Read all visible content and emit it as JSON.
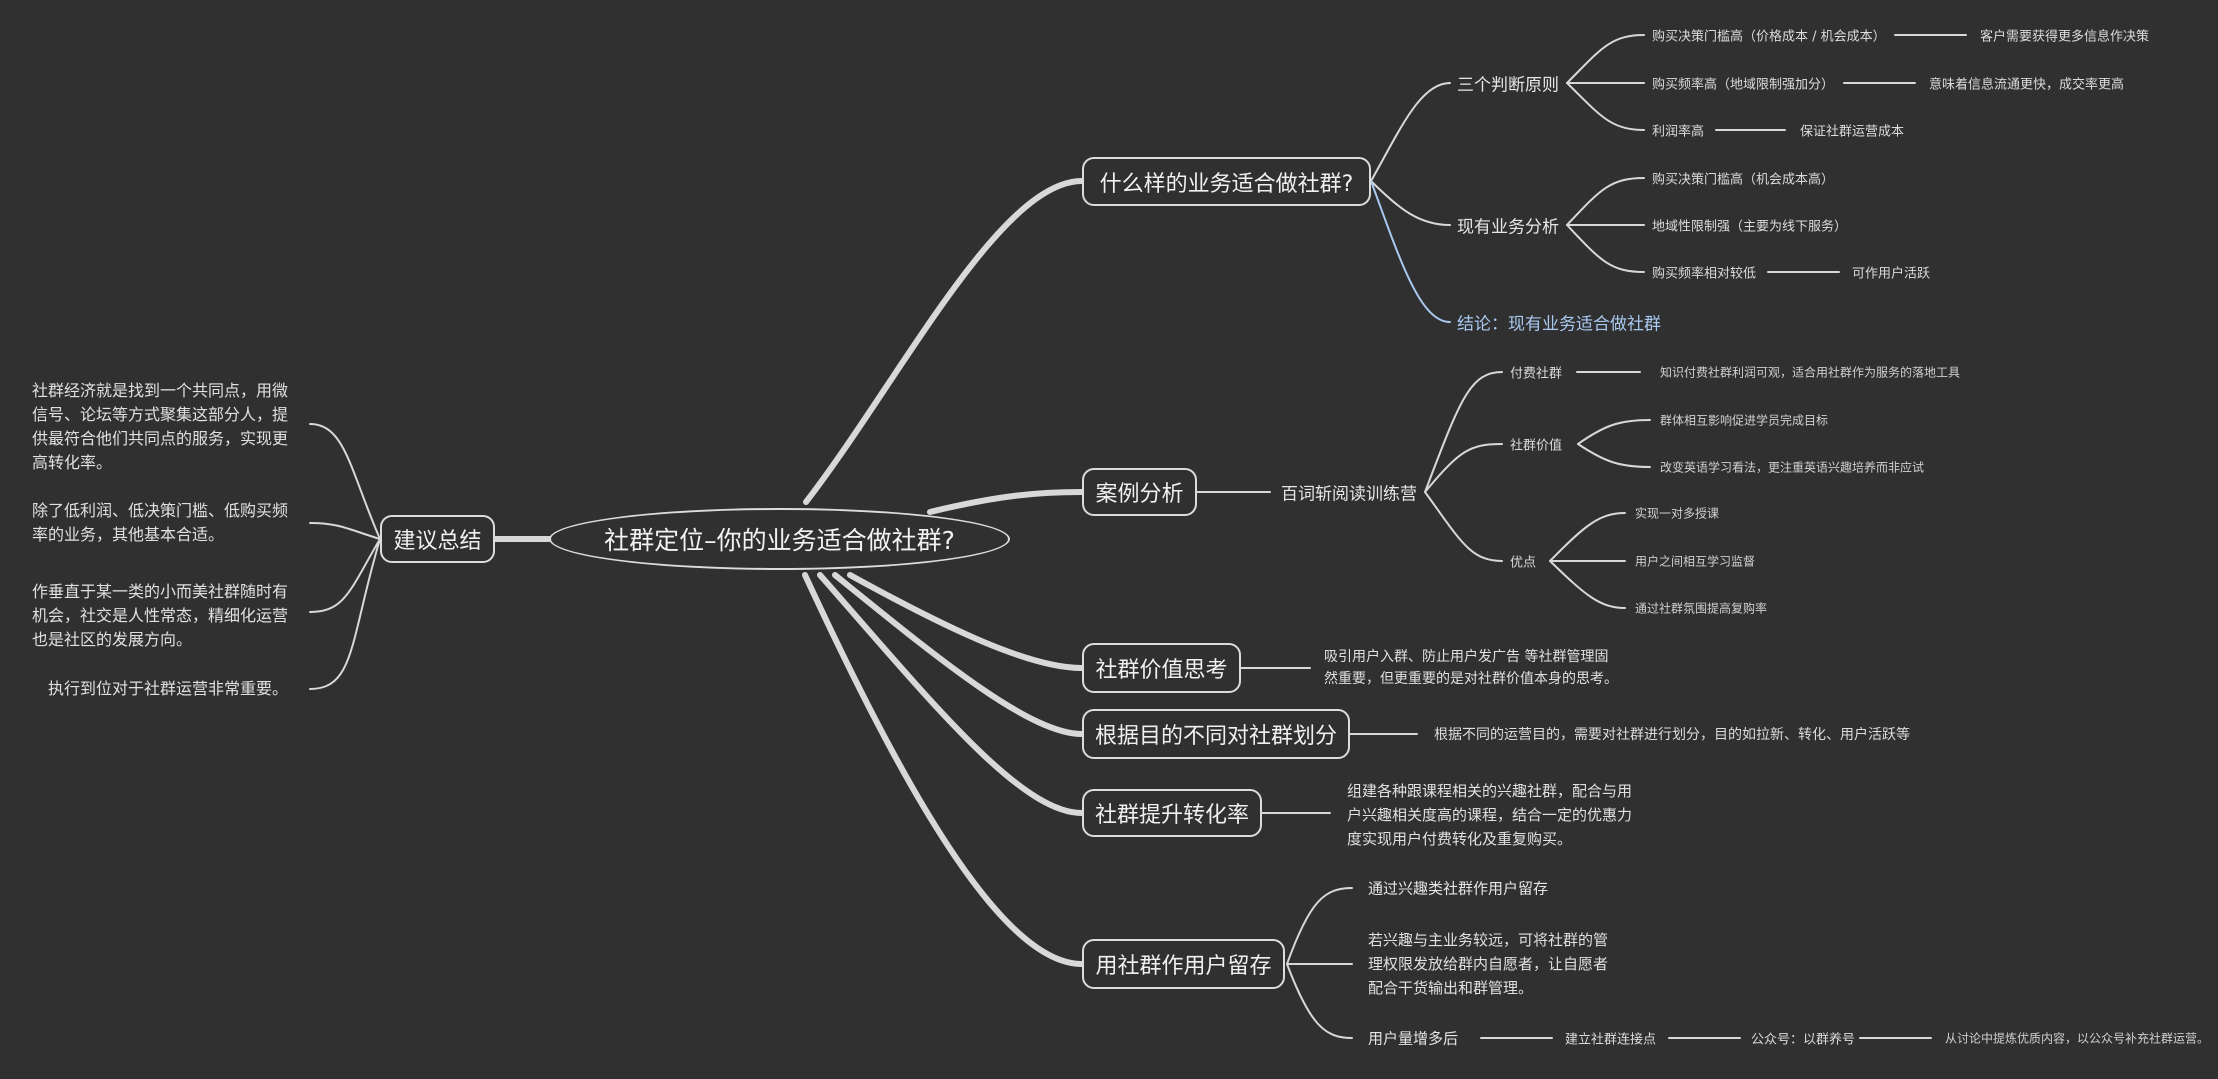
{
  "central": "社群定位–你的业务适合做社群?",
  "summary": {
    "label": "建议总结",
    "items": [
      [
        "社群经济就是找到一个共同点，用微",
        "信号、论坛等方式聚集这部分人，提",
        "供最符合他们共同点的服务，实现更",
        "高转化率。"
      ],
      [
        "除了低利润、低决策门槛、低购买频",
        "率的业务，其他基本合适。"
      ],
      [
        "作垂直于某一类的小而美社群随时有",
        "机会，社交是人性常态，精细化运营",
        "也是社区的发展方向。"
      ],
      [
        "执行到位对于社群运营非常重要。"
      ]
    ]
  },
  "branch1": {
    "label": "什么样的业务适合做社群?",
    "principles": {
      "label": "三个判断原则",
      "items": [
        {
          "text": "购买决策门槛高（价格成本 / 机会成本）",
          "note": "客户需要获得更多信息作决策"
        },
        {
          "text": "购买频率高（地域限制强加分）",
          "note": "意味着信息流通更快，成交率更高"
        },
        {
          "text": "利润率高",
          "note": "保证社群运营成本"
        }
      ]
    },
    "analysis": {
      "label": "现有业务分析",
      "items": [
        {
          "text": "购买决策门槛高（机会成本高）"
        },
        {
          "text": "地域性限制强（主要为线下服务）"
        },
        {
          "text": "购买频率相对较低",
          "note": "可作用户活跃"
        }
      ]
    },
    "conclusion": "结论：现有业务适合做社群"
  },
  "branch2": {
    "label": "案例分析",
    "case": "百词斩阅读训练营",
    "paid": {
      "label": "付费社群",
      "note": "知识付费社群利润可观，适合用社群作为服务的落地工具"
    },
    "value": {
      "label": "社群价值",
      "items": [
        "群体相互影响促进学员完成目标",
        "改变英语学习看法，更注重英语兴趣培养而非应试"
      ]
    },
    "pros": {
      "label": "优点",
      "items": [
        "实现一对多授课",
        "用户之间相互学习监督",
        "通过社群氛围提高复购率"
      ]
    }
  },
  "branch3": {
    "label": "社群价值思考",
    "lines": [
      "吸引用户入群、防止用户发广告  等社群管理固",
      "然重要，但更重要的是对社群价值本身的思考。"
    ]
  },
  "branch4": {
    "label": "根据目的不同对社群划分",
    "note": "根据不同的运营目的，需要对社群进行划分，目的如拉新、转化、用户活跃等"
  },
  "branch5": {
    "label": "社群提升转化率",
    "lines": [
      "组建各种跟课程相关的兴趣社群，配合与用",
      "户兴趣相关度高的课程，结合一定的优惠力",
      "度实现用户付费转化及重复购买。"
    ]
  },
  "branch6": {
    "label": "用社群作用户留存",
    "item1": "通过兴趣类社群作用户留存",
    "item2": [
      "若兴趣与主业务较远，可将社群的管",
      "理权限发放给群内自愿者，让自愿者",
      "配合干货输出和群管理。"
    ],
    "item3": {
      "label": "用户量增多后",
      "chain": [
        "建立社群连接点",
        "公众号：以群养号",
        "从讨论中提炼优质内容，以公众号补充社群运营。"
      ]
    }
  },
  "colors": {
    "background": "#303030",
    "line": "#dcdcdc",
    "conclusion": "#a9c8ef"
  }
}
